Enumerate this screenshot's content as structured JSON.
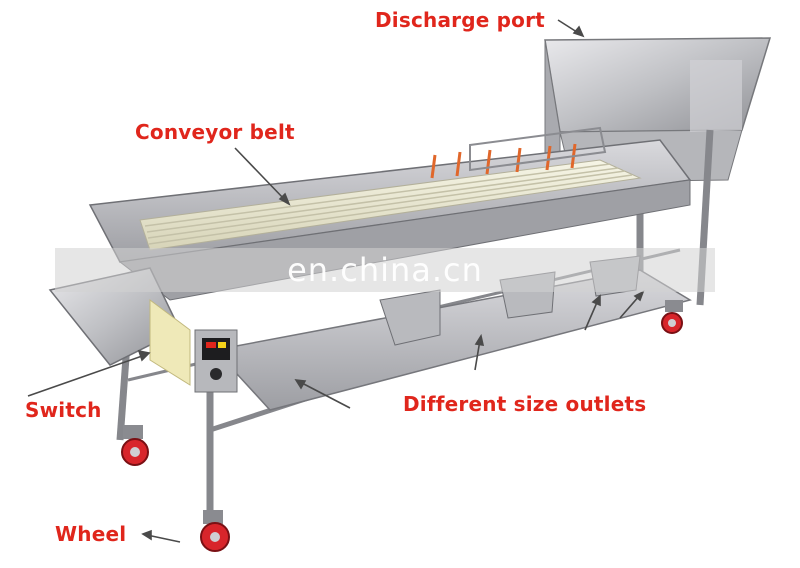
{
  "labels": {
    "discharge_port": "Discharge port",
    "conveyor_belt": "Conveyor belt",
    "switch": "Switch",
    "different_size_outlets": "Different size outlets",
    "wheel": "Wheel"
  },
  "watermark": "en.china.cn",
  "colors": {
    "label_text": "#e0261c",
    "arrow": "#4a4a4a",
    "steel": "#c8c8cc",
    "wheel_red": "#d8252b"
  }
}
